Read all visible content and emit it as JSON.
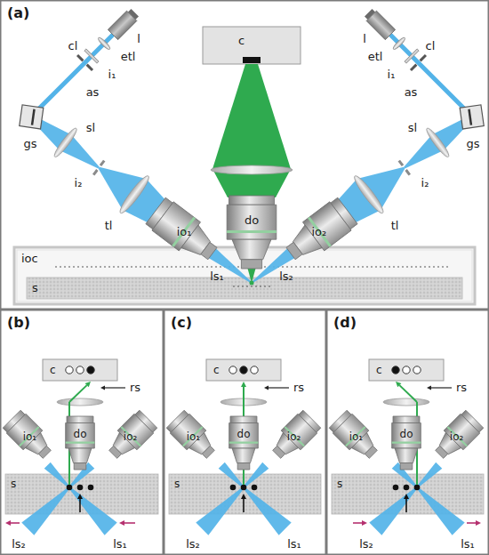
{
  "diagram": {
    "nodes": [
      {
        "text": [
          "(a)"
        ]
      },
      {
        "text": [
          "c"
        ],
        "in": 0
      },
      {
        "text": [
          "io₁"
        ],
        "in": 0
      },
      {
        "text": [
          "do"
        ],
        "in": 0
      },
      {
        "text": [
          "io₂"
        ],
        "in": 0
      },
      {
        "text": [
          "ioc"
        ],
        "in": 0
      },
      {
        "text": [
          "s"
        ],
        "in": 5
      },
      {
        "text": [
          "(b)"
        ]
      },
      {
        "text": [
          "c"
        ],
        "in": 7
      },
      {
        "text": [
          "io₁"
        ],
        "in": 7
      },
      {
        "text": [
          "do"
        ],
        "in": 7
      },
      {
        "text": [
          "io₂"
        ],
        "in": 7
      },
      {
        "text": [
          "s"
        ],
        "in": 7
      },
      {
        "text": [
          "(c)"
        ]
      },
      {
        "text": [
          "c"
        ],
        "in": 13
      },
      {
        "text": [
          "io₁"
        ],
        "in": 13
      },
      {
        "text": [
          "do"
        ],
        "in": 13
      },
      {
        "text": [
          "io₂"
        ],
        "in": 13
      },
      {
        "text": [
          "s"
        ],
        "in": 13
      },
      {
        "text": [
          "(d)"
        ]
      },
      {
        "text": [
          "c"
        ],
        "in": 19
      },
      {
        "text": [
          "io₁"
        ],
        "in": 19
      },
      {
        "text": [
          "do"
        ],
        "in": 19
      },
      {
        "text": [
          "io₂"
        ],
        "in": 19
      },
      {
        "text": [
          "s"
        ],
        "in": 19
      }
    ],
    "labels": [
      "l",
      "etl",
      "i₁",
      "cl",
      "as",
      "gs",
      "sl",
      "i₂",
      "tl",
      "l",
      "etl",
      "i₁",
      "cl",
      "as",
      "gs",
      "sl",
      "i₂",
      "tl",
      "ls₁",
      "ls₂",
      "rs",
      "ls₂",
      "ls₁",
      "rs",
      "ls₂",
      "ls₁",
      "rs",
      "ls₂",
      "ls₁"
    ]
  }
}
